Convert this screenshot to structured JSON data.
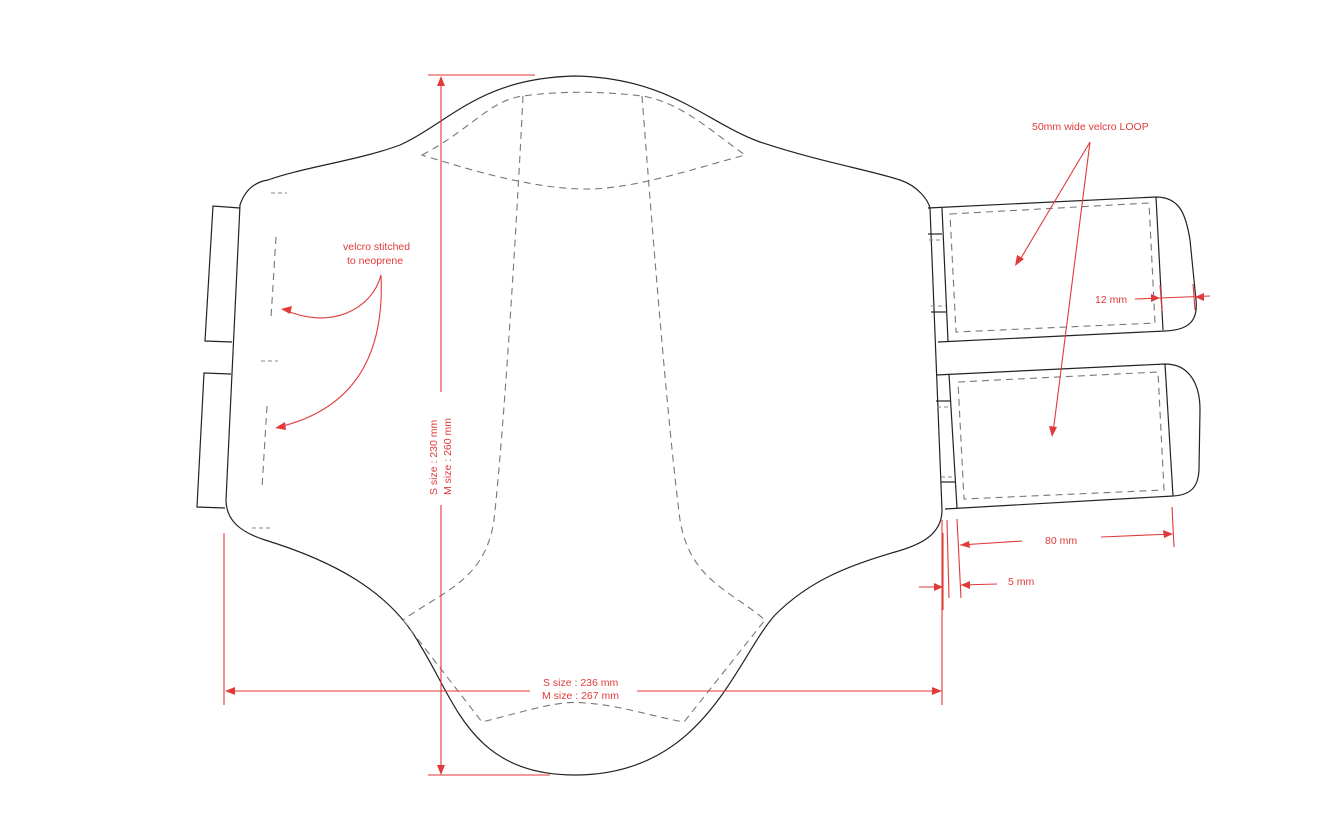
{
  "diagram": {
    "type": "technical pattern drawing",
    "colors": {
      "outline": "#222222",
      "stitch_line": "#777777",
      "annotation": "#e03a3a",
      "background": "#ffffff"
    },
    "annotations": {
      "velcro_loop": "50mm wide velcro LOOP",
      "velcro_stitched_line1": "velcro stitched",
      "velcro_stitched_line2": "to neoprene",
      "strap_end_width": "12 mm",
      "strap_length": "80 mm",
      "strap_gap": "5 mm"
    },
    "dimensions": {
      "height": {
        "s_size": "S size : 230 mm",
        "m_size": "M size : 260 mm"
      },
      "width": {
        "s_size": "S size : 236 mm",
        "m_size": "M size : 267 mm"
      }
    },
    "parts": {
      "main_body": "neoprene body panel",
      "left_tabs": [
        "upper left velcro tab",
        "lower left velcro tab"
      ],
      "right_straps": [
        "upper right velcro strap",
        "lower right velcro strap"
      ]
    }
  }
}
